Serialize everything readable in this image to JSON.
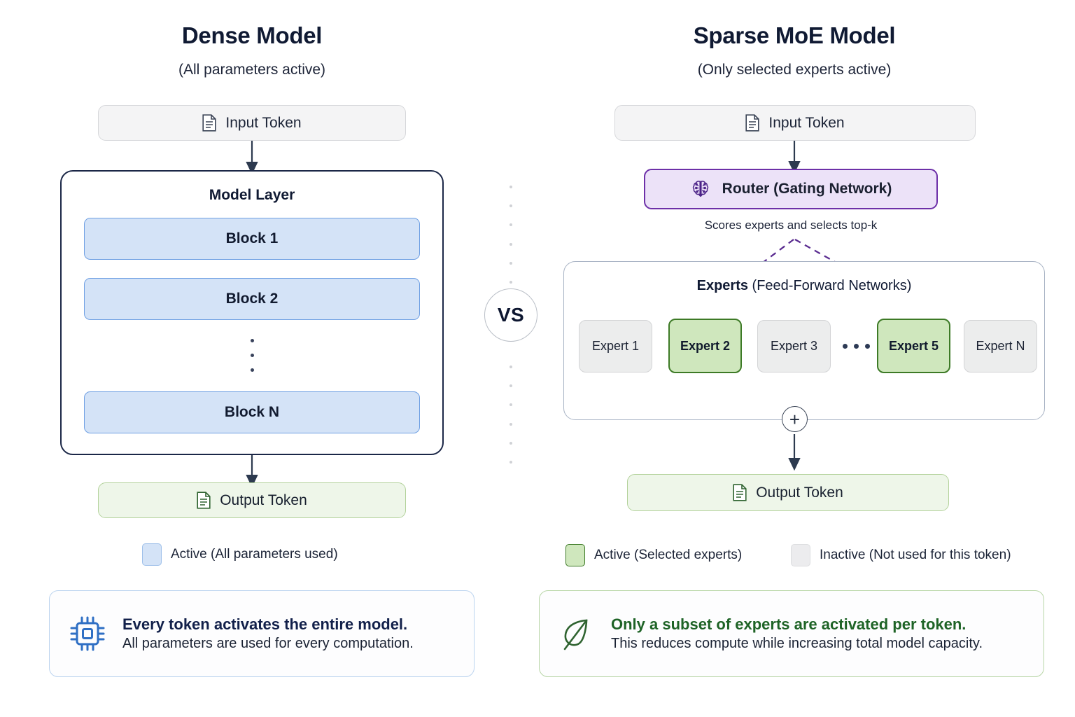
{
  "colors": {
    "active_blue_fill": "#d4e3f7",
    "active_blue_border": "#6e9fe3",
    "active_green_fill": "#cfe7bd",
    "active_green_border": "#3d7a26",
    "inactive_gray_fill": "#eceded",
    "inactive_gray_border": "#d3d4d6",
    "router_purple_fill": "#ece2f8",
    "router_purple_border": "#6d30a8",
    "arrow_navy": "#2d3a4f",
    "output_green_fill": "#eef6e9"
  },
  "divider": {
    "label": "VS"
  },
  "left": {
    "title": "Dense Model",
    "subtitle": "(All parameters active)",
    "input_token": {
      "label": "Input Token",
      "icon": "document-icon"
    },
    "layer_title": "Model Layer",
    "blocks": [
      {
        "label": "Block 1"
      },
      {
        "label": "Block 2"
      },
      {
        "label": "Block N"
      }
    ],
    "output_token": {
      "label": "Output Token",
      "icon": "document-icon"
    },
    "legend": [
      {
        "label": "Active (All parameters used)",
        "swatch": "blue"
      }
    ],
    "callout": {
      "icon": "cpu-chip-icon",
      "headline": "Every token activates the entire model.",
      "subline": "All parameters are used for every computation."
    }
  },
  "right": {
    "title": "Sparse MoE Model",
    "subtitle": "(Only selected experts active)",
    "input_token": {
      "label": "Input Token",
      "icon": "document-icon"
    },
    "router": {
      "label": "Router (Gating Network)",
      "icon": "brain-icon"
    },
    "router_note": "Scores experts and selects top-k",
    "experts_title_bold": "Experts",
    "experts_title_rest": " (Feed-Forward Networks)",
    "experts": [
      {
        "label": "Expert 1",
        "state": "inactive"
      },
      {
        "label": "Expert 2",
        "state": "active"
      },
      {
        "label": "Expert 3",
        "state": "inactive"
      },
      {
        "label": "…",
        "state": "ellipsis"
      },
      {
        "label": "Expert 5",
        "state": "active"
      },
      {
        "label": "Expert N",
        "state": "inactive"
      }
    ],
    "combine_node": "+",
    "output_token": {
      "label": "Output Token",
      "icon": "document-icon"
    },
    "legend": [
      {
        "label": "Active (Selected experts)",
        "swatch": "green"
      },
      {
        "label": "Inactive (Not used for this token)",
        "swatch": "gray"
      }
    ],
    "callout": {
      "icon": "leaf-icon",
      "headline": "Only a subset of experts are activated per token.",
      "subline": "This reduces compute while increasing total model capacity."
    }
  }
}
